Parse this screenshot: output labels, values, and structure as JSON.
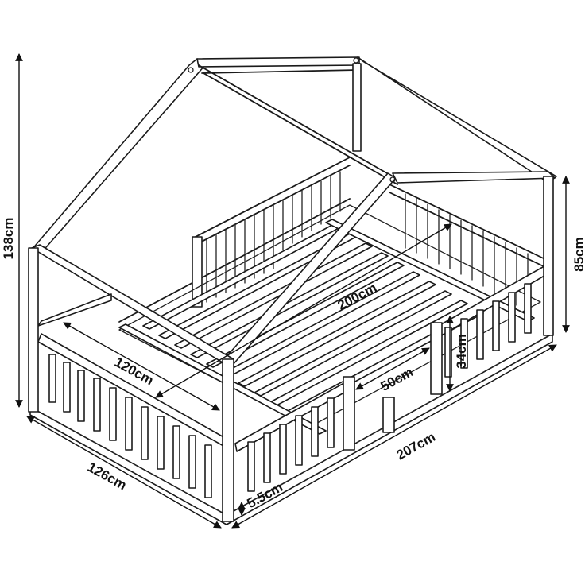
{
  "dimensions": {
    "total_height": "138cm",
    "side_height": "85cm",
    "mattress_length": "200cm",
    "mattress_width": "120cm",
    "rail_height": "34cm",
    "entry_width": "50cm",
    "overall_length": "207cm",
    "overall_width": "126cm",
    "floor_clearance": "5.5cm"
  }
}
